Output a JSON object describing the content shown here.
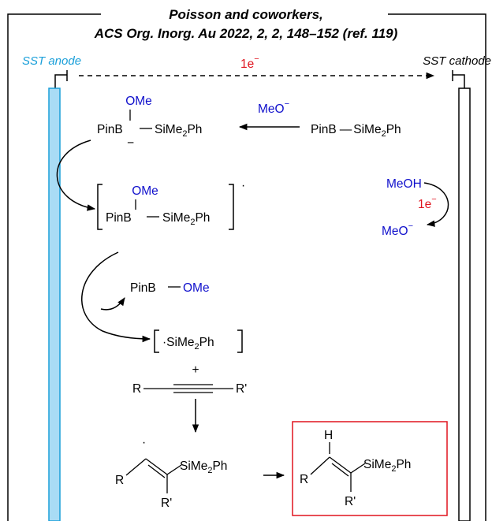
{
  "header": {
    "line1": "Poisson and coworkers,",
    "line2": "ACS Org. Inorg. Au 2022, 2, 2, 148–152 (ref. 119)"
  },
  "electrodes": {
    "anode": "SST anode",
    "cathode": "SST cathode",
    "electron_transfer": "1e",
    "electron_superscript": "−"
  },
  "species": {
    "boryl_methoxide_ome": "OMe",
    "pin_b": "PinB",
    "si_me_2ph": "SiMe",
    "sub2": "2",
    "ph": "Ph",
    "anion_minus": "−",
    "radical_dot": "·",
    "methoxide": "MeO",
    "methoxide_charge": "−",
    "silylborane": "PinB − SiMe2Ph",
    "methanol": "MeOH",
    "cathode_e": "1e",
    "cathode_e_charge": "−",
    "methoxide_product": "MeO",
    "methoxide_product_charge": "−",
    "byproduct_pinb": "PinB",
    "byproduct_ome": "OMe",
    "silyl_radical": "·SiMe",
    "plus": "+",
    "alkyne_r": "R",
    "alkyne_r_prime": "R'",
    "vinyl_r": "R",
    "vinyl_r_prime": "R'",
    "vinyl_si": "SiMe",
    "product_h": "H",
    "product_r": "R",
    "product_r_prime": "R'",
    "product_si": "SiMe"
  },
  "colors": {
    "anode_fill": "#a9dcf5",
    "anode_stroke": "#1a9fd9",
    "blue_text": "#1010cc",
    "red_text": "#e0141e",
    "product_box": "#e0141e"
  }
}
